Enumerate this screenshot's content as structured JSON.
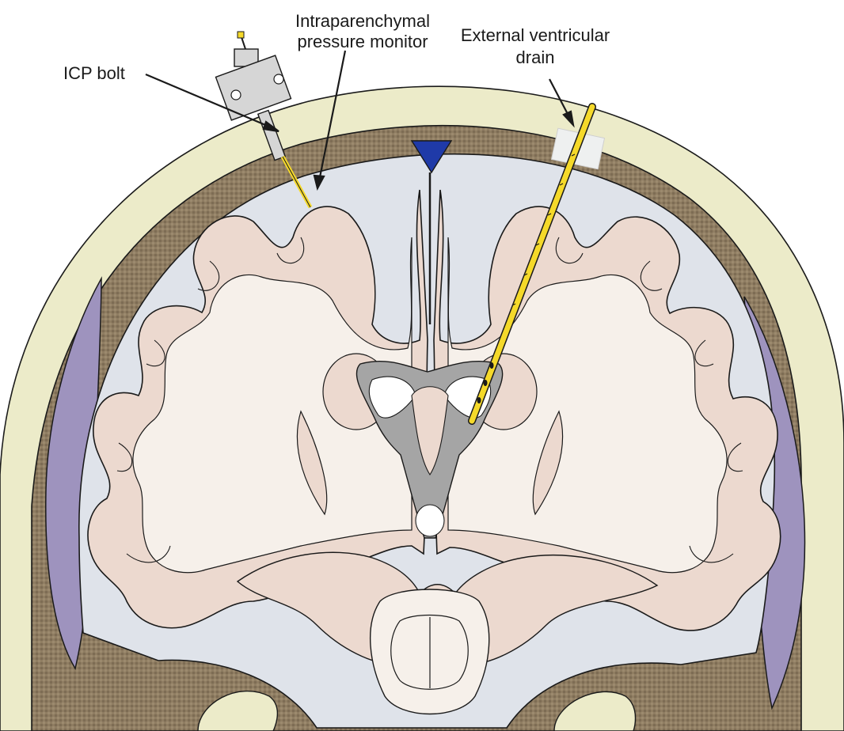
{
  "labels": {
    "icp_bolt": "ICP bolt",
    "intraparenchymal_line1": "Intraparenchymal",
    "intraparenchymal_line2": "pressure monitor",
    "evd_line1": "External ventricular",
    "evd_line2": "drain"
  },
  "colors": {
    "scalp": "#ecebc9",
    "skull": "#8f7d62",
    "csf_space": "#dfe3ea",
    "cortex_gray": "#ecd9cf",
    "white_matter": "#f6f0ea",
    "ventricle_gray": "#a5a5a5",
    "ventricle_light": "#cfcfcf",
    "sinus_blue": "#1f3aa8",
    "muscle_purple": "#9e93be",
    "catheter_yellow": "#f5d92a",
    "bolt_gray": "#d6d6d6",
    "outline": "#1a1a1a"
  }
}
